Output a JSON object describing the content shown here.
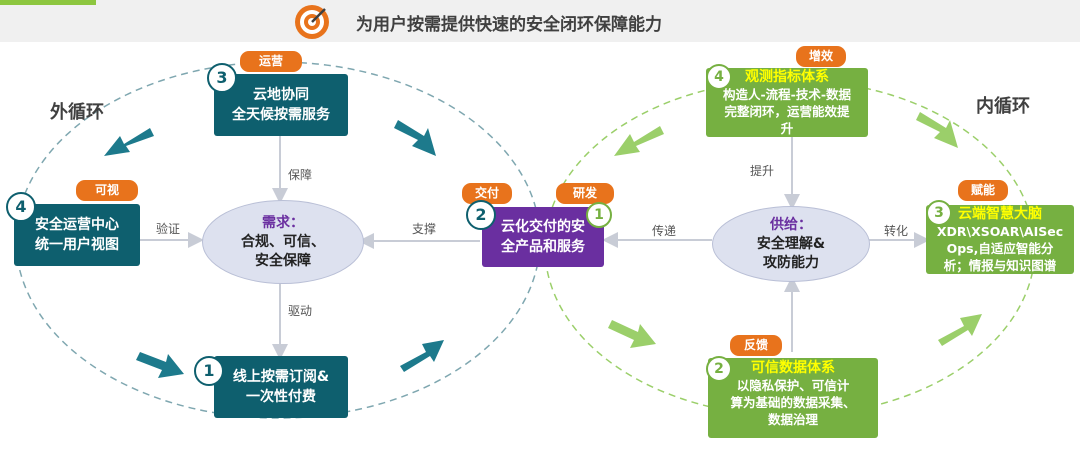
{
  "header": {
    "title": "为用户按需提供快速的安全闭环保障能力"
  },
  "outer_loop": {
    "label": "外循环",
    "demand": {
      "title": "需求：",
      "line1": "合规、可信、",
      "line2": "安全保障"
    },
    "node_top": {
      "num": "3",
      "tag": "运营",
      "line1": "云地协同",
      "line2": "全天候按需服务"
    },
    "node_left": {
      "num": "4",
      "tag": "可视",
      "line1": "安全运营中心",
      "line2": "统一用户视图"
    },
    "node_bottom": {
      "num": "1",
      "line1": "线上按需订阅&",
      "line2": "一次性付费"
    },
    "node_center": {
      "num": "2",
      "tag": "交付",
      "line1": "云化交付的安",
      "line2": "全产品和服务"
    },
    "edges": {
      "guarantee": "保障",
      "verify": "验证",
      "support": "支撑",
      "drive": "驱动"
    }
  },
  "inner_loop": {
    "label": "内循环",
    "supply": {
      "title": "供给：",
      "line1": "安全理解&",
      "line2": "攻防能力"
    },
    "node_top": {
      "num": "4",
      "tag": "增效",
      "title": "观测指标体系",
      "line1": "构造人-流程-技术-数据",
      "line2": "完整闭环，运营能效提",
      "line3": "升"
    },
    "node_right": {
      "num": "3",
      "tag": "赋能",
      "title": "云端智慧大脑",
      "line1": "XDR\\XSOAR\\AISec",
      "line2": "Ops,自适应智能分",
      "line3": "析；情报与知识图谱"
    },
    "node_bottom": {
      "num": "2",
      "tag": "反馈",
      "title": "可信数据体系",
      "line1": "以隐私保护、可信计",
      "line2": "算为基础的数据采集、",
      "line3": "数据治理"
    },
    "node_left": {
      "num": "1",
      "tag": "研发"
    },
    "edges": {
      "raise": "提升",
      "transfer": "传递",
      "convert": "转化"
    }
  },
  "colors": {
    "teal": "#0e5f6e",
    "green": "#76b041",
    "purple": "#6a2fa0",
    "orange": "#e8731c",
    "ellipse": "#dde1ef"
  }
}
